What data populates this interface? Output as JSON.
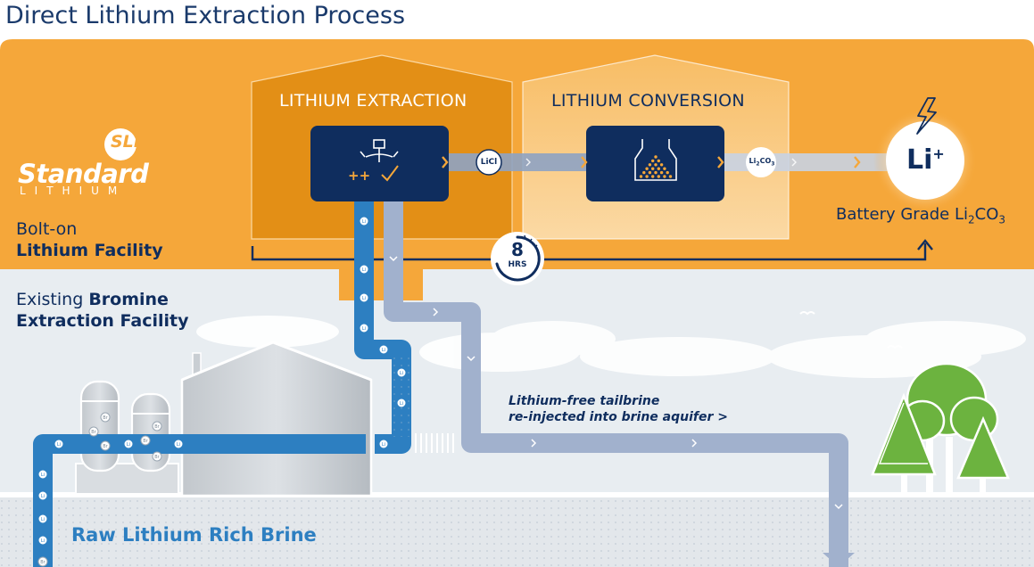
{
  "title": "Direct Lithium Extraction Process",
  "brand": {
    "name": "Standard",
    "sub": "LITHIUM",
    "mark": "SLi"
  },
  "sections": {
    "bolt_on_line1": "Bolt-on",
    "bolt_on_line2": "Lithium Facility",
    "existing_line1_a": "Existing ",
    "existing_line1_b": "Bromine",
    "existing_line2": "Extraction Facility"
  },
  "process": {
    "extraction_label": "LITHIUM EXTRACTION",
    "conversion_label": "LITHIUM CONVERSION",
    "intermediate_1": "LiCl",
    "intermediate_2_main": "Li",
    "intermediate_2_sub": "2",
    "intermediate_2_tail": "CO",
    "intermediate_2_sub2": "3",
    "product_symbol": "Li",
    "product_charge": "+",
    "product_label_main": "Battery Grade Li",
    "product_label_sub": "2",
    "product_label_tail": "CO",
    "product_label_sub2": "3",
    "timer_value": "8",
    "timer_unit": "HRS"
  },
  "tailbrine": {
    "line1": "Lithium-free tailbrine",
    "line2": "re-injected into brine aquifer >"
  },
  "raw_brine": "Raw Lithium Rich Brine",
  "particles": {
    "li": "Li",
    "br": "Br"
  },
  "colors": {
    "orange": "#f5a73a",
    "orange_dark": "#e08e14",
    "navy": "#0f2d5e",
    "blue": "#2d7fc1",
    "pipe_grey": "#9aaccb",
    "sky": "#e7ecf0",
    "ground": "#e2e6ea",
    "tree_green": "#6cb33f"
  }
}
